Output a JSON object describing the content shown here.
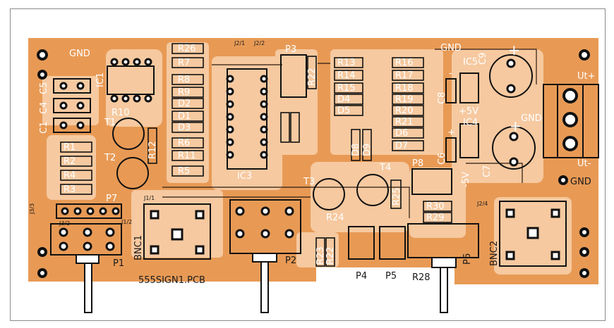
{
  "board": {
    "filename": "555SIGN1.PCB",
    "colors": {
      "board": "#e89a55",
      "copper": "#f6c9a0",
      "silk": "#111111",
      "pad": "#ffffff"
    }
  },
  "labels": {
    "gnd": "GND",
    "ut_plus": "Ut+",
    "ut_minus": "Ut-",
    "plus5v": "+5V",
    "minus5v": "-5V",
    "plus": "+",
    "minus": "-"
  },
  "components": {
    "ic1": "IC1",
    "ic3": "IC3",
    "ic4": "IC4",
    "ic5": "IC5",
    "c1": "C1",
    "c4": "C4",
    "c5": "C5",
    "c6": "C6",
    "c7": "C7",
    "c8": "C8",
    "c9": "C9",
    "t1": "T1",
    "t2": "T2",
    "t3": "T3",
    "t4": "T4",
    "p1": "P1",
    "p2": "P2",
    "p3": "P3",
    "p4": "P4",
    "p5": "P5",
    "p6": "P6",
    "p7": "P7",
    "p8": "P8",
    "bnc1": "BNC1",
    "bnc2": "BNC2",
    "r1": "R1",
    "r2": "R2",
    "r3": "R3",
    "r4": "R4",
    "r5": "R5",
    "r6": "R6",
    "r7": "R7",
    "r8": "R8",
    "r9": "R9",
    "r10": "R10",
    "r11": "R11",
    "r12": "R12",
    "r13": "R13",
    "r14": "R14",
    "r15": "R15",
    "r16": "R16",
    "r17": "R17",
    "r18": "R18",
    "r19": "R19",
    "r20": "R20",
    "r21": "R21",
    "r22": "R22",
    "r23": "R23",
    "r24": "R24",
    "r25": "R25",
    "r26": "R26",
    "r28": "R28",
    "r29": "R29",
    "r30": "R30",
    "d1": "D1",
    "d2": "D2",
    "d3": "D3",
    "d4": "D4",
    "d5": "D5",
    "d6": "D6",
    "d7": "D7",
    "d8": "D8",
    "d9": "D9"
  },
  "jumpers": {
    "j11": "J1/1",
    "j12": "J1/2",
    "j21": "J2/1",
    "j22": "J2/2",
    "j24": "J2/4",
    "j32": "J3/2",
    "j33": "J3/3"
  }
}
